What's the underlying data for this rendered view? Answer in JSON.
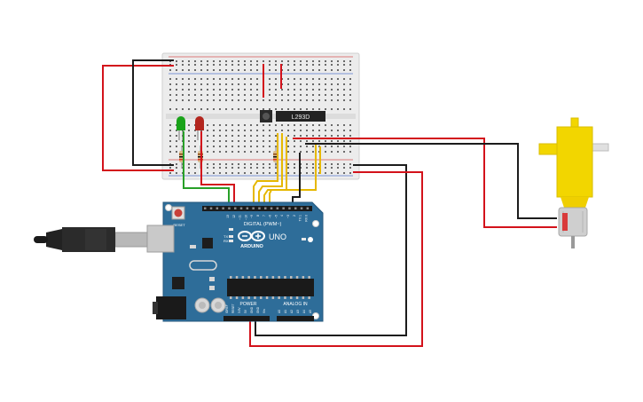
{
  "circuit": {
    "ic_label": "L293D",
    "arduino": {
      "logo_text": "ARDUINO",
      "model": "UNO",
      "digital_label": "DIGITAL (PWM~)",
      "power_label": "POWER",
      "analog_label": "ANALOG IN",
      "reset_label": "RESET",
      "tx_label": "TX",
      "rx_label": "RX",
      "aref_label": "AREF",
      "gnd_label": "GND",
      "digital_pins": [
        "13",
        "12",
        "~11",
        "~10",
        "~9",
        "8",
        "7",
        "~6",
        "~5",
        "4",
        "~3",
        "2",
        "TX 1",
        "RX 0"
      ],
      "power_pins": [
        "IOREF",
        "RESET",
        "3.3V",
        "5V",
        "GND",
        "GND",
        "Vin"
      ],
      "analog_pins": [
        "A0",
        "A1",
        "A2",
        "A3",
        "A4",
        "A5"
      ]
    },
    "leds": [
      {
        "color": "green",
        "hex": "#1aa31a"
      },
      {
        "color": "red",
        "hex": "#b3261e"
      }
    ],
    "wire_colors": {
      "red": "#d3121b",
      "black": "#1c1c1c",
      "green": "#28a028",
      "yellow": "#e6b800"
    },
    "motor_color": "#f2d600"
  }
}
